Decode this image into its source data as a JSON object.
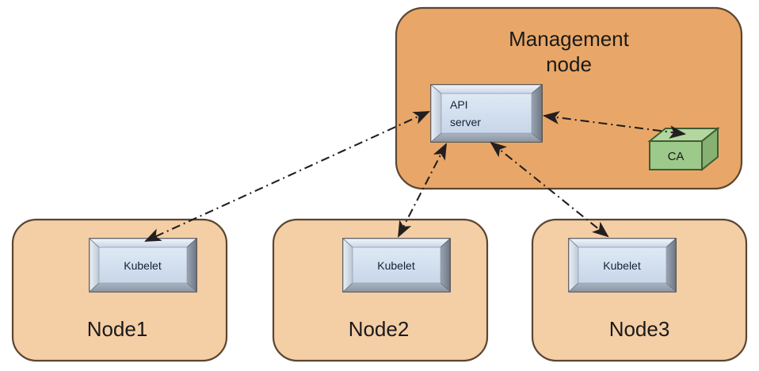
{
  "diagram": {
    "type": "architecture-diagram",
    "background": "#ffffff",
    "management_node": {
      "label_line1": "Management",
      "label_line2": "node",
      "fill": "#E8A768",
      "stroke": "#5b4632"
    },
    "api_server": {
      "label_line1": "API",
      "label_line2": "server",
      "fill": "#D6E2F0",
      "frame_light": "#E8EFF8",
      "frame_dark": "#8A93A0"
    },
    "ca": {
      "label": "CA",
      "fill": "#9DC98A",
      "top_fill": "#B3D79F",
      "side_fill": "#86B173",
      "stroke": "#3f5c33"
    },
    "nodes": [
      {
        "name": "node1",
        "label": "Node1",
        "inner_label": "Kubelet",
        "fill": "#F4CEA5",
        "stroke": "#5b4632"
      },
      {
        "name": "node2",
        "label": "Node2",
        "inner_label": "Kubelet",
        "fill": "#F4CEA5",
        "stroke": "#5b4632"
      },
      {
        "name": "node3",
        "label": "Node3",
        "inner_label": "Kubelet",
        "fill": "#F4CEA5",
        "stroke": "#5b4632"
      }
    ],
    "connectors": [
      {
        "name": "api-server-to-kubelet1",
        "from": "api-server",
        "to": "kubelet-node1",
        "style": "dash-dot",
        "arrowheads": "both",
        "color": "#231f20"
      },
      {
        "name": "api-server-to-kubelet2",
        "from": "api-server",
        "to": "kubelet-node2",
        "style": "dash-dot",
        "arrowheads": "both",
        "color": "#231f20"
      },
      {
        "name": "api-server-to-kubelet3",
        "from": "api-server",
        "to": "kubelet-node3",
        "style": "dash-dot",
        "arrowheads": "both",
        "color": "#231f20"
      },
      {
        "name": "api-server-to-ca",
        "from": "api-server",
        "to": "ca",
        "style": "dash-dot",
        "arrowheads": "both",
        "color": "#231f20"
      }
    ]
  }
}
